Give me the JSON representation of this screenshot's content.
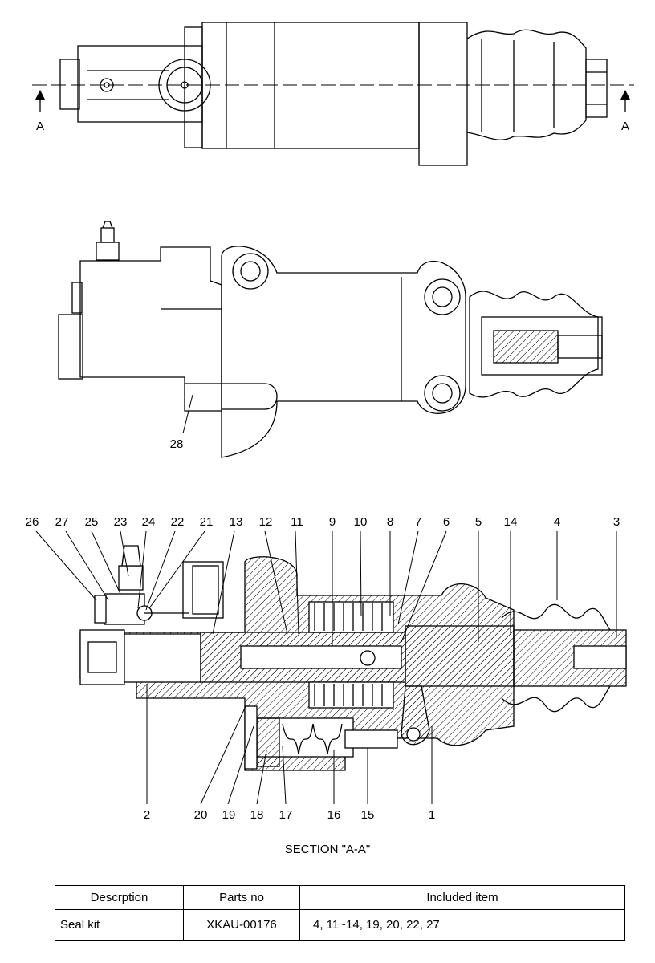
{
  "view_markers": {
    "left": "A",
    "right": "A"
  },
  "callouts": {
    "top": [
      "26",
      "27",
      "25",
      "23",
      "24",
      "22",
      "21",
      "13",
      "12",
      "11",
      "9",
      "10",
      "8",
      "7",
      "6",
      "5",
      "14",
      "4",
      "3"
    ],
    "bottom": [
      "2",
      "20",
      "19",
      "18",
      "17",
      "16",
      "15",
      "1"
    ],
    "side_view": "28"
  },
  "section_title": "SECTION \"A-A\"",
  "table": {
    "headers": [
      "Descrption",
      "Parts no",
      "Included item"
    ],
    "rows": [
      [
        "Seal kit",
        "XKAU-00176",
        "4, 11~14, 19, 20, 22, 27"
      ]
    ]
  }
}
